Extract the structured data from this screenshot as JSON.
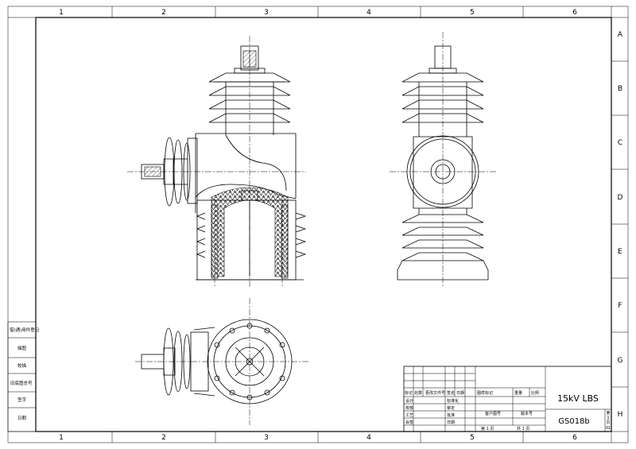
{
  "frame": {
    "columns": [
      "1",
      "2",
      "3",
      "4",
      "5",
      "6"
    ],
    "rows": [
      "A",
      "B",
      "C",
      "D",
      "E",
      "F",
      "G",
      "H"
    ]
  },
  "side_table": {
    "rows": [
      "借(通)用件登记",
      "描图",
      "校描",
      "旧底图总号",
      "签字",
      "日期"
    ]
  },
  "title_block": {
    "title": "15kV LBS",
    "drawing_no": "GS018b",
    "headers": [
      "标记",
      "处数",
      "更改文件号",
      "签名",
      "日期"
    ],
    "approval_labels": [
      "设计",
      "校核",
      "工艺",
      "会签"
    ],
    "approval_labels_2": [
      "标准化",
      "审定",
      "批准",
      "日期"
    ],
    "ref_label": "图样标记",
    "weight_label": "重量",
    "scale_label": "比例",
    "customer_label": "客户图号",
    "version_label": "版本号",
    "sheet_text": "第 1 页",
    "total_text": "共 1 页",
    "right_col": [
      "第",
      "1",
      "页"
    ],
    "right_col_bottom": "01"
  }
}
